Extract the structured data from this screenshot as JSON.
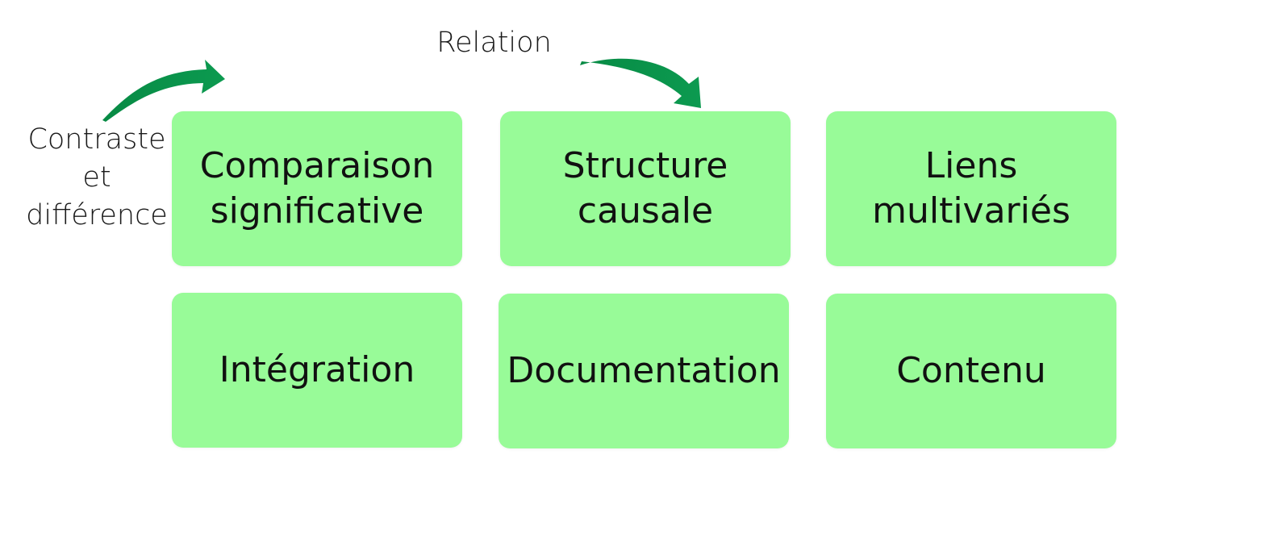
{
  "labels": {
    "relation": "Relation",
    "contrast_line1": "Contraste",
    "contrast_line2": "et",
    "contrast_line3": "différence"
  },
  "boxes": [
    {
      "line1": "Comparaison",
      "line2": "significative"
    },
    {
      "line1": "Structure",
      "line2": "causale"
    },
    {
      "line1": "Liens",
      "line2": "multivariés"
    },
    {
      "line1": "Intégration"
    },
    {
      "line1": "Documentation"
    },
    {
      "line1": "Contenu"
    }
  ],
  "colors": {
    "box_fill": "#98fb98",
    "arrow": "#0a8f4a",
    "text": "#111111"
  },
  "icons": {
    "arrow_left": "curved-arrow-right-icon",
    "arrow_right": "curved-arrow-down-icon"
  }
}
